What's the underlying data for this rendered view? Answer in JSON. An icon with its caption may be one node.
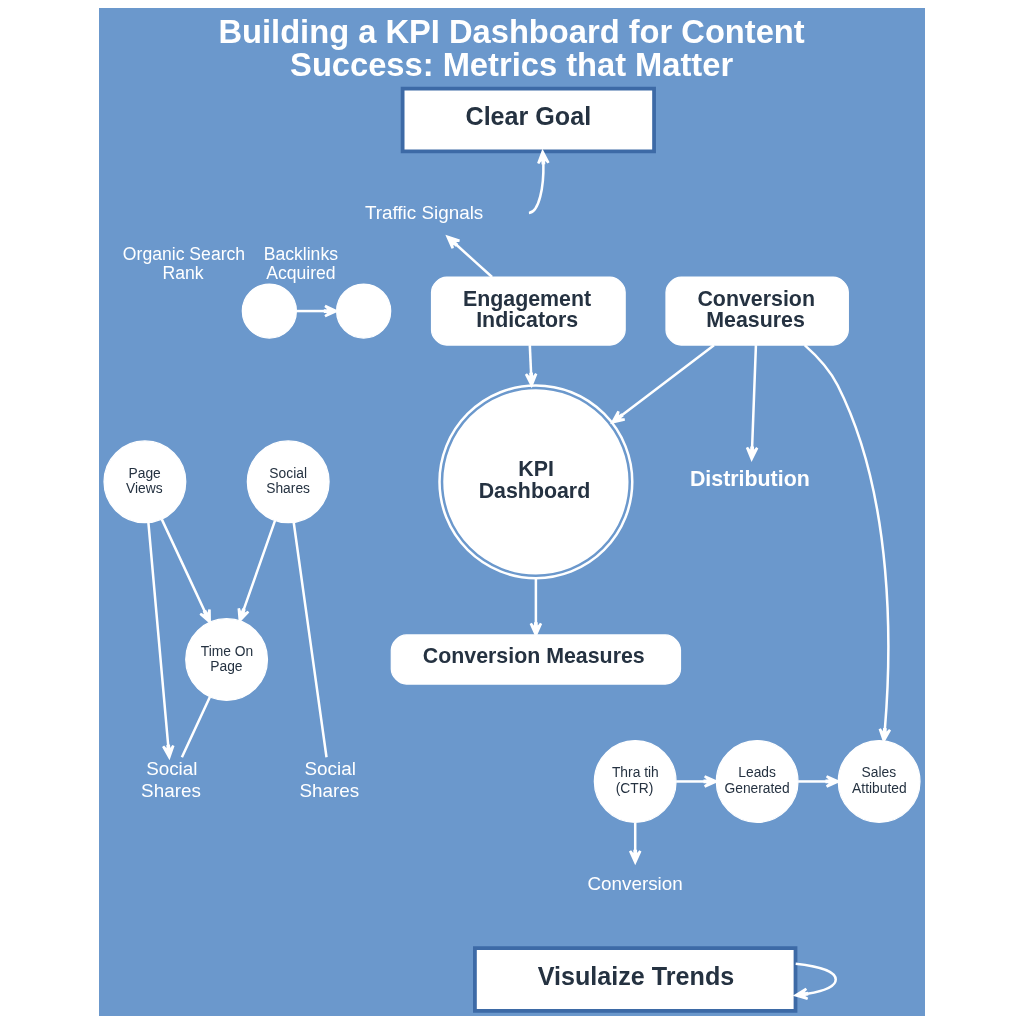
{
  "diagram": {
    "title": "Building a KPI Dashboard for Content Success: Metrics that Matter",
    "nodes": [
      {
        "text": [
          "Clear Goal"
        ]
      },
      {
        "text": [
          "Traffic Signals"
        ]
      },
      {
        "text": [
          "Engagement Indicators"
        ]
      },
      {
        "text": [
          "KPI Dashboard"
        ]
      },
      {
        "text": [
          "Conversion Measures"
        ]
      },
      {
        "text": [
          "Distribution"
        ]
      },
      {
        "text": [
          "Page Views"
        ]
      },
      {
        "text": [
          "Time On Page"
        ]
      },
      {
        "text": [
          "Social Shares"
        ]
      },
      {
        "text": [],
        "shape": "circle",
        "beside": [
          "Organic Search Rank"
        ]
      },
      {
        "text": [],
        "shape": "circle",
        "beside": [
          "Backlinks Acquired"
        ]
      },
      {
        "text": [
          "Conversion Measures"
        ]
      },
      {
        "text": [
          "Social Shares"
        ]
      },
      {
        "text": [
          "Social Shares"
        ]
      },
      {
        "text": [
          "Thra tih (CTR)"
        ]
      },
      {
        "text": [
          "Leads Generated"
        ]
      },
      {
        "text": [
          "Sales Attibuted"
        ]
      },
      {
        "text": [
          "Conversion"
        ]
      },
      {
        "text": [
          "Visulaize Trends"
        ]
      }
    ],
    "edges": [
      {
        "from": null,
        "to": 0,
        "arrow": "to"
      },
      {
        "from": 2,
        "to": 1,
        "arrow": "to"
      },
      {
        "from": 2,
        "to": 3,
        "arrow": "to"
      },
      {
        "from": 4,
        "to": 3,
        "arrow": "to"
      },
      {
        "from": 3,
        "to": 11,
        "arrow": "to"
      },
      {
        "from": 4,
        "to": 5,
        "arrow": "to"
      },
      {
        "from": 4,
        "to": 16,
        "arrow": "to"
      },
      {
        "from": 6,
        "to": 7,
        "arrow": "to"
      },
      {
        "from": 8,
        "to": 7,
        "arrow": "to"
      },
      {
        "from": 6,
        "to": 12,
        "arrow": "to"
      },
      {
        "from": 7,
        "to": 12,
        "arrow": "none"
      },
      {
        "from": 8,
        "to": 13,
        "arrow": "none"
      },
      {
        "from": 9,
        "to": 10,
        "arrow": "to"
      },
      {
        "from": 14,
        "to": 15,
        "arrow": "to"
      },
      {
        "from": 15,
        "to": 16,
        "arrow": "to"
      },
      {
        "from": 14,
        "to": 17,
        "arrow": "to"
      },
      {
        "from": 18,
        "to": 18,
        "arrow": "to"
      }
    ]
  }
}
